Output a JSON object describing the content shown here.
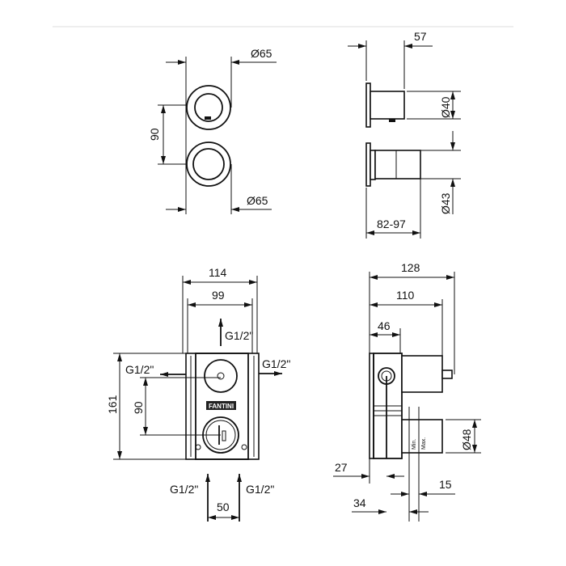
{
  "front_view": {
    "diameter_top": "Ø65",
    "diameter_bottom": "Ø65",
    "spacing": "90"
  },
  "side_view": {
    "depth": "57",
    "diameter_top": "Ø40",
    "diameter_bottom": "Ø43",
    "projection": "82-97"
  },
  "body_front": {
    "width_outer": "114",
    "width_inner": "99",
    "height": "161",
    "spacing": "90",
    "port_top": "G1/2\"",
    "port_left": "G1/2\"",
    "port_right": "G1/2\"",
    "port_bottom_left": "G1/2\"",
    "port_bottom_right": "G1/2\"",
    "inlet_spacing": "50",
    "brand": "FANTINI"
  },
  "body_side": {
    "depth_total": "128",
    "depth_cylinder": "110",
    "depth_body": "46",
    "diameter": "Ø48",
    "offset_27": "27",
    "offset_34": "34",
    "range": "15",
    "min_label": "Min.",
    "max_label": "Max."
  }
}
